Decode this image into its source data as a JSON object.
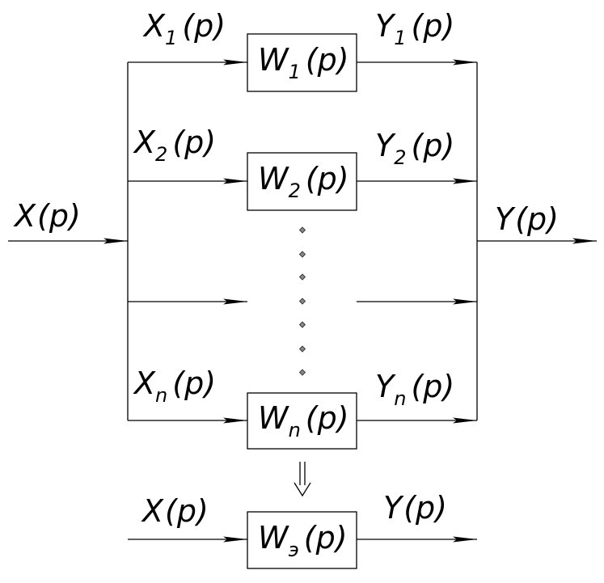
{
  "diagram": {
    "colors": {
      "line": "#000000",
      "background": "#ffffff",
      "dots": "#555555"
    },
    "input": {
      "base": "X",
      "sub": "",
      "tail": "(p)"
    },
    "output": {
      "base": "Y",
      "sub": "",
      "tail": "(p)"
    },
    "branches": [
      {
        "input": {
          "base": "X",
          "sub": "1",
          "tail": "(p)"
        },
        "block": {
          "base": "W",
          "sub": "1",
          "tail": "(p)"
        },
        "output": {
          "base": "Y",
          "sub": "1",
          "tail": "(p)"
        }
      },
      {
        "input": {
          "base": "X",
          "sub": "2",
          "tail": "(p)"
        },
        "block": {
          "base": "W",
          "sub": "2",
          "tail": "(p)"
        },
        "output": {
          "base": "Y",
          "sub": "2",
          "tail": "(p)"
        }
      },
      {
        "input": {
          "base": "X",
          "sub": "n",
          "tail": "(p)"
        },
        "block": {
          "base": "W",
          "sub": "n",
          "tail": "(p)"
        },
        "output": {
          "base": "Y",
          "sub": "n",
          "tail": "(p)"
        }
      }
    ],
    "equivalent": {
      "input": {
        "base": "X",
        "sub": "",
        "tail": "(p)"
      },
      "block": {
        "base": "W",
        "sub": "э",
        "tail": "(p)"
      },
      "output": {
        "base": "Y",
        "sub": "",
        "tail": "(p)"
      }
    }
  }
}
